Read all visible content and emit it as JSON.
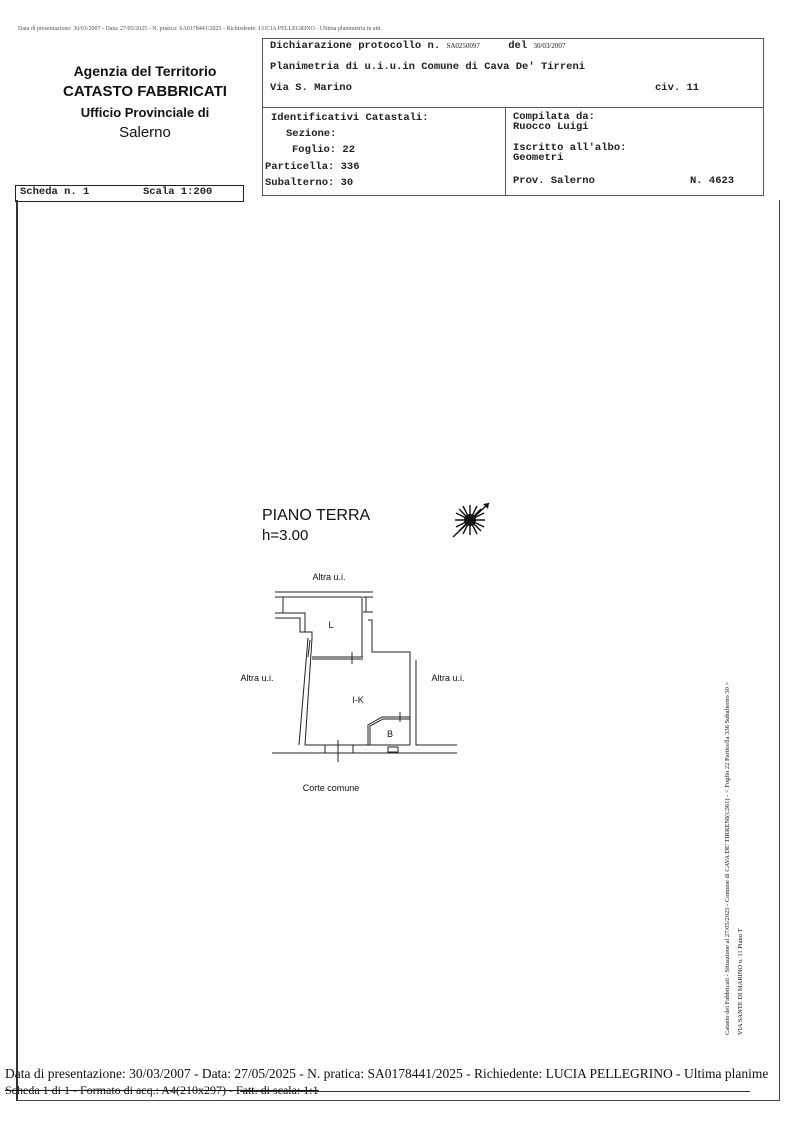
{
  "top_note": "Data di presentazione: 30/03/2007 - Data: 27/05/2025 - N. pratica: SA0178441/2025 - Richiedente: LUCIA PELLEGRINO - Ultima planimetria in atti",
  "agency": {
    "line1": "Agenzia del Territorio",
    "line2": "CATASTO FABBRICATI",
    "line3": "Ufficio Provinciale di",
    "line4": "Salerno"
  },
  "declaration": {
    "label": "Dichiarazione protocollo n.",
    "protocol": "SA0250097",
    "del_label": "del",
    "date": "30/03/2007",
    "planimetry": "Planimetria di u.i.u.in Comune di Cava De' Tirreni",
    "street": "Via S. Marino",
    "civic": "civ. 11"
  },
  "identifiers": {
    "title": "Identificativi Catastali:",
    "sezione": "Sezione:",
    "foglio": "Foglio: 22",
    "particella": "Particella: 336",
    "subalterno": "Subalterno: 30"
  },
  "compiler": {
    "label": "Compilata da:",
    "name": "Ruocco Luigi",
    "albo_label": "Iscritto all'albo:",
    "albo": "Geometri",
    "province": "Prov. Salerno",
    "number": "N. 4623"
  },
  "sheet": {
    "scheda": "Scheda n. 1",
    "scala": "Scala 1:200"
  },
  "plan": {
    "title": "PIANO TERRA",
    "height": "h=3.00",
    "label_top": "Altra u.i.",
    "label_left": "Altra u.i.",
    "label_right": "Altra u.i.",
    "label_bottom": "Corte comune",
    "room_l": "L",
    "room_ik": "I-K",
    "room_b": "B"
  },
  "side_note": {
    "line1": "Catasto dei Fabbricati - Situazione al 27/05/2025 - Comune di CAVA DE' TIRRENI(C361) - < Foglio 22 Particella 336 Subalterno 30 >",
    "line2": "VIA SANTE DI MARINO n. 11 Piano T"
  },
  "footer": {
    "line1": "Data di presentazione: 30/03/2007 - Data: 27/05/2025 - N. pratica: SA0178441/2025 - Richiedente: LUCIA PELLEGRINO - Ultima planime",
    "line2": "Scheda 1 di 1 - Formato di acq.: A4(210x297) - Fatt. di scala: 1:1"
  }
}
